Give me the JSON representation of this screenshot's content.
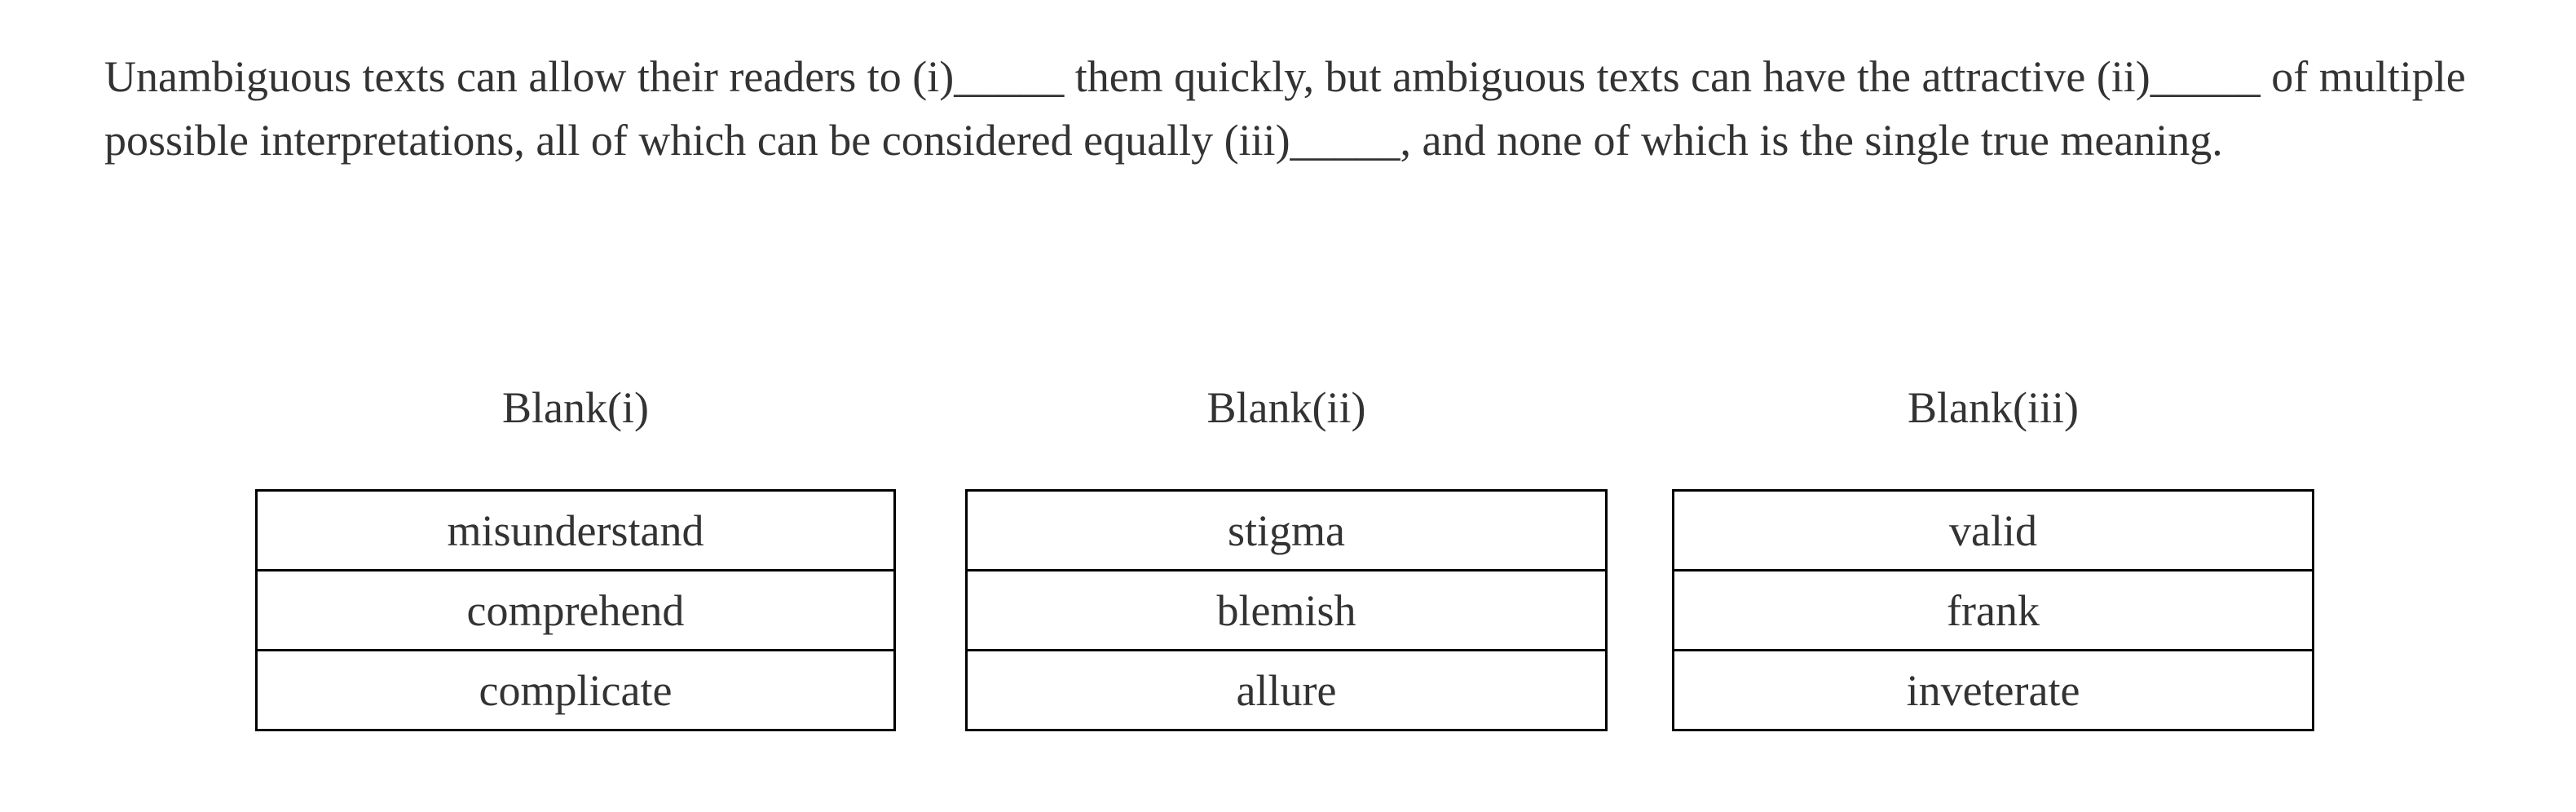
{
  "colors": {
    "background": "#ffffff",
    "text": "#333333",
    "table_border": "#000000"
  },
  "passage": {
    "line1": "Unambiguous texts can allow their readers to (i)_____ them quickly, but ambiguous texts can have the attractive (ii)_____ of multiple",
    "line2": "possible interpretations, all of which can be considered equally (iii)_____, and none of which is the single true meaning."
  },
  "blanks": [
    {
      "label": "Blank(i)",
      "options": [
        "misunderstand",
        "comprehend",
        "complicate"
      ]
    },
    {
      "label": "Blank(ii)",
      "options": [
        "stigma",
        "blemish",
        "allure"
      ]
    },
    {
      "label": "Blank(iii)",
      "options": [
        "valid",
        "frank",
        "inveterate"
      ]
    }
  ]
}
